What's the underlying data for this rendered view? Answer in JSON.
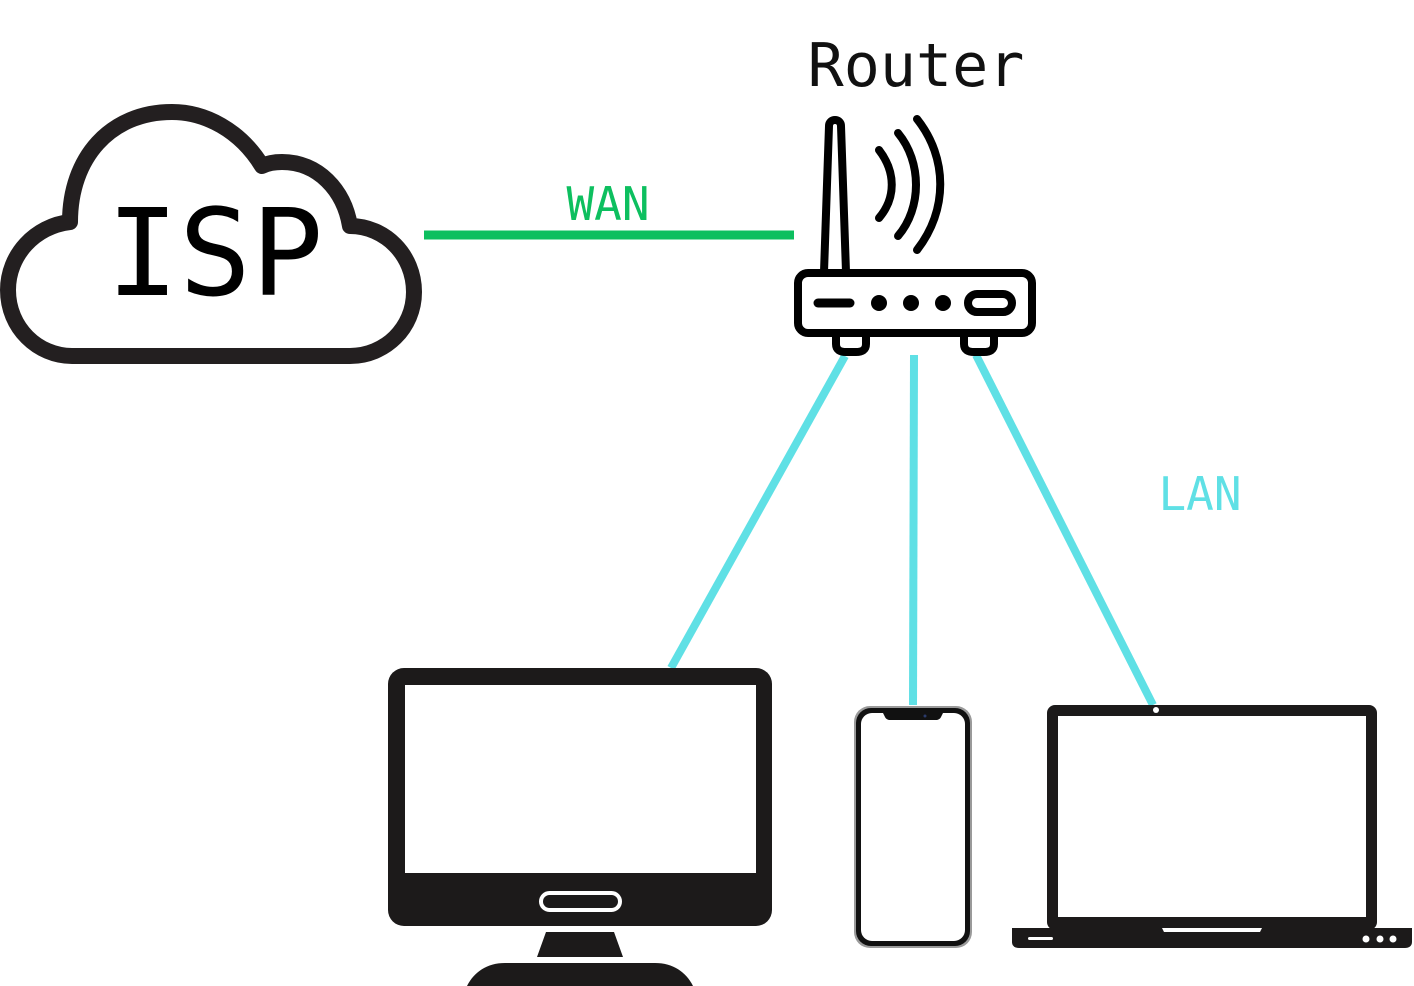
{
  "title": "Home network diagram",
  "nodes": {
    "isp": {
      "label": "ISP",
      "icon": "cloud-icon"
    },
    "router": {
      "label": "Router",
      "icon": "wifi-router-icon"
    },
    "desktop": {
      "icon": "desktop-monitor-icon"
    },
    "phone": {
      "icon": "smartphone-icon"
    },
    "laptop": {
      "icon": "laptop-icon"
    }
  },
  "links": {
    "wan": {
      "label": "WAN",
      "from": "ISP",
      "to": "Router",
      "color": "#0dbf5f"
    },
    "lan": {
      "label": "LAN",
      "from": "Router",
      "to": [
        "Desktop",
        "Phone",
        "Laptop"
      ],
      "color": "#5fe0e5"
    }
  },
  "colors": {
    "icon_stroke": "#1c1a1a",
    "wan": "#0dbf5f",
    "lan": "#5fe0e5"
  }
}
